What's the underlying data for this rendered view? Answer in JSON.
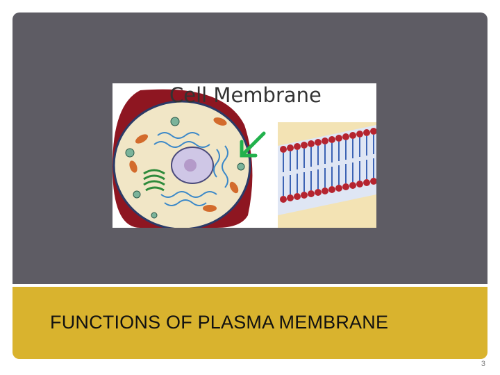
{
  "slide": {
    "title": "FUNCTIONS OF PLASMA MEMBRANE",
    "number": "3"
  },
  "figure": {
    "caption": "Cell Membrane",
    "colors": {
      "membrane": "#8e1621",
      "cytoplasm": "#f1e6c6",
      "arrow": "#22b14c",
      "bilayer_heads": "#b5242f",
      "bilayer_tails": "#3c63b4",
      "panel": "#5e5c64",
      "band": "#d9b32e"
    },
    "icons": [
      "cell-illustration",
      "arrow-icon",
      "lipid-bilayer-illustration"
    ]
  }
}
